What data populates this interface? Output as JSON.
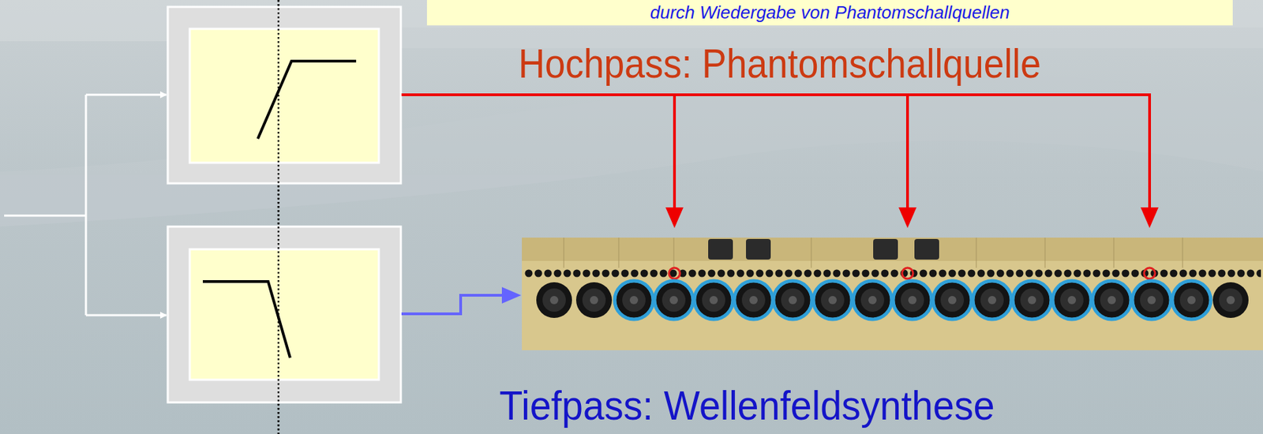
{
  "diagram": {
    "nodes": [
      {
        "text": [
          "durch Wiedergabe von Phantomschallquellen"
        ]
      }
    ],
    "labels": [
      "Hochpass: Phantomschallquelle",
      "Tiefpass: Wellenfeldsynthese"
    ]
  }
}
